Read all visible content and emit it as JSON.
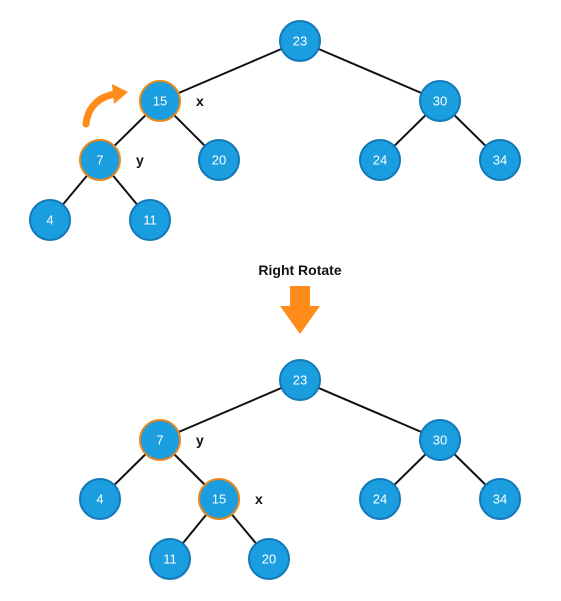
{
  "colors": {
    "node_fill": "#1a9ee0",
    "node_stroke": "#1479b8",
    "highlight_stroke": "#e8861a",
    "arrow": "#ff8c1a",
    "text": "#ffffff"
  },
  "operation_label": "Right Rotate",
  "before": {
    "nodes": [
      {
        "id": "b23",
        "label": "23"
      },
      {
        "id": "b15",
        "label": "15",
        "highlight": true,
        "tag": "x"
      },
      {
        "id": "b30",
        "label": "30"
      },
      {
        "id": "b7",
        "label": "7",
        "highlight": true,
        "tag": "y"
      },
      {
        "id": "b20",
        "label": "20"
      },
      {
        "id": "b24",
        "label": "24"
      },
      {
        "id": "b34",
        "label": "34"
      },
      {
        "id": "b4",
        "label": "4"
      },
      {
        "id": "b11",
        "label": "11"
      }
    ],
    "edges": [
      [
        "b23",
        "b15"
      ],
      [
        "b23",
        "b30"
      ],
      [
        "b15",
        "b7"
      ],
      [
        "b15",
        "b20"
      ],
      [
        "b30",
        "b24"
      ],
      [
        "b30",
        "b34"
      ],
      [
        "b7",
        "b4"
      ],
      [
        "b7",
        "b11"
      ]
    ]
  },
  "after": {
    "nodes": [
      {
        "id": "a23",
        "label": "23"
      },
      {
        "id": "a7",
        "label": "7",
        "highlight": true,
        "tag": "y"
      },
      {
        "id": "a30",
        "label": "30"
      },
      {
        "id": "a4",
        "label": "4"
      },
      {
        "id": "a15",
        "label": "15",
        "highlight": true,
        "tag": "x"
      },
      {
        "id": "a24",
        "label": "24"
      },
      {
        "id": "a34",
        "label": "34"
      },
      {
        "id": "a11",
        "label": "11"
      },
      {
        "id": "a20",
        "label": "20"
      }
    ],
    "edges": [
      [
        "a23",
        "a7"
      ],
      [
        "a23",
        "a30"
      ],
      [
        "a7",
        "a4"
      ],
      [
        "a7",
        "a15"
      ],
      [
        "a30",
        "a24"
      ],
      [
        "a30",
        "a34"
      ],
      [
        "a15",
        "a11"
      ],
      [
        "a15",
        "a20"
      ]
    ]
  }
}
